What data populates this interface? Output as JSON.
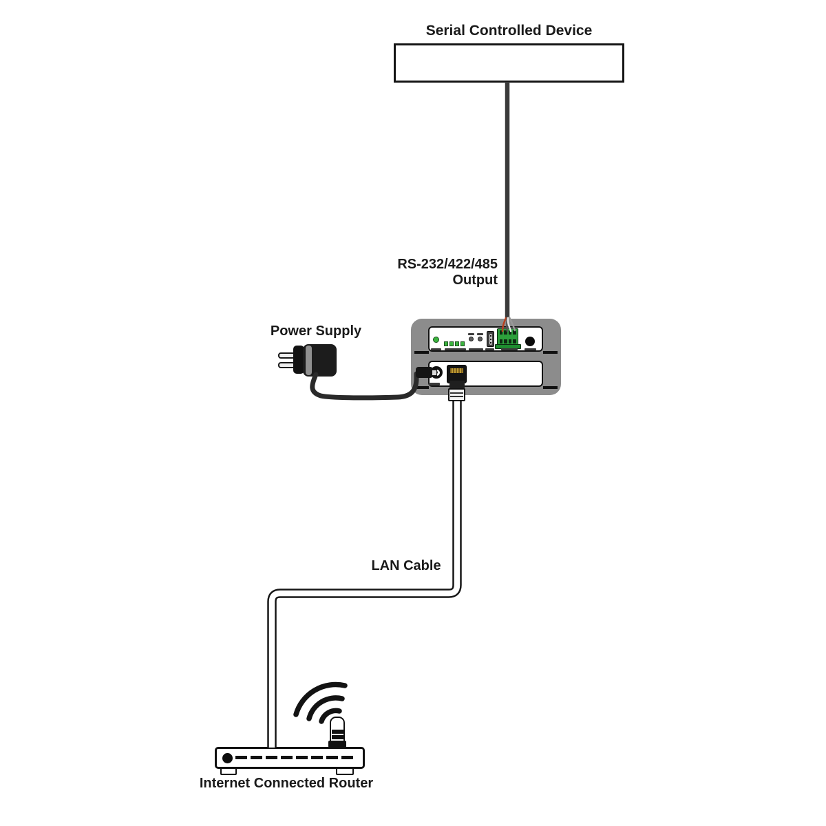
{
  "labels": {
    "serial_device": "Serial Controlled Device",
    "rs_output_line1": "RS-232/422/485",
    "rs_output_line2": "Output",
    "power_supply": "Power Supply",
    "lan_cable": "LAN Cable",
    "router": "Internet Connected Router"
  },
  "colors": {
    "text": "#1a1a1a",
    "device_gray": "#8c8c8c",
    "terminal_green": "#2da03c",
    "led_green": "#3ab43e",
    "pin_gold": "#bd9a33",
    "wire_orange": "#b5401f",
    "cable_dark": "#2a2a2a",
    "outline_black": "#151515"
  },
  "diagram": {
    "type": "connection-diagram",
    "nodes": [
      {
        "id": "serial-controlled-device",
        "label": "Serial Controlled Device"
      },
      {
        "id": "ip-control-box",
        "label": ""
      },
      {
        "id": "power-supply",
        "label": "Power Supply"
      },
      {
        "id": "internet-connected-router",
        "label": "Internet Connected Router"
      }
    ],
    "connections": [
      {
        "from": "ip-control-box",
        "to": "serial-controlled-device",
        "label": "RS-232/422/485 Output"
      },
      {
        "from": "power-supply",
        "to": "ip-control-box",
        "label": ""
      },
      {
        "from": "ip-control-box",
        "to": "internet-connected-router",
        "label": "LAN Cable"
      }
    ]
  }
}
